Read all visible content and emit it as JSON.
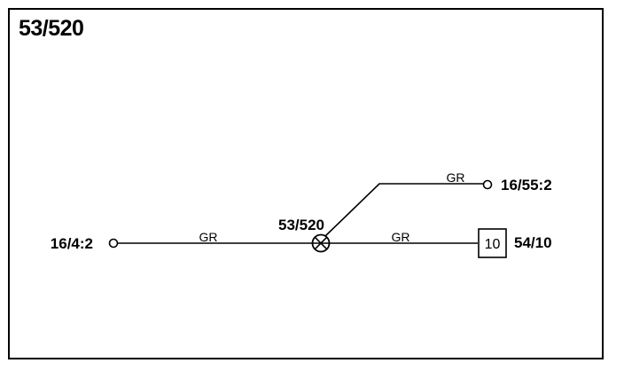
{
  "diagram": {
    "title": "53/520",
    "splice_label": "53/520",
    "connectors": {
      "left": "16/4:2",
      "upper_right": "16/55:2",
      "right": "54/10",
      "right_box_number": "10"
    },
    "wires": {
      "left_color": "GR",
      "upper_right_color": "GR",
      "right_color": "GR"
    },
    "colors": {
      "line": "#000000",
      "background": "#ffffff"
    }
  }
}
